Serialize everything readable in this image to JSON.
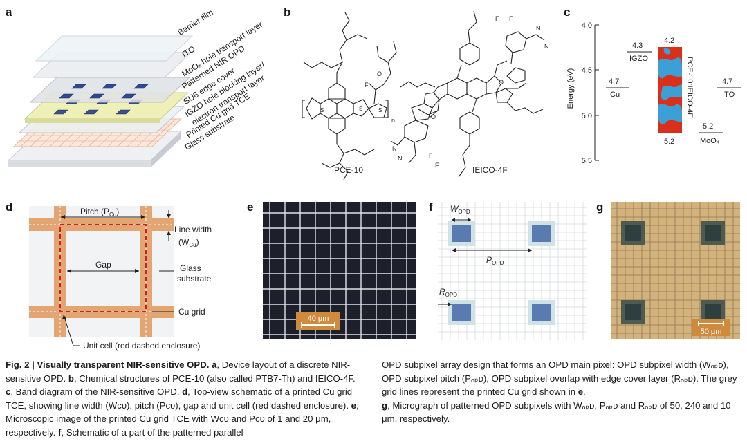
{
  "panels": {
    "a": {
      "letter": "a",
      "layers": [
        "Barrier film",
        "ITO",
        "MoOₓ hole transport layer",
        "Patterned NIR OPD",
        "SU8 edge cover",
        "IGZO hole blocking layer/",
        "electron transport layer",
        "Printed Cu grid TCE",
        "Glass substrate"
      ]
    },
    "b": {
      "letter": "b",
      "molecule1": "PCE-10",
      "molecule2": "IEICO-4F"
    },
    "c": {
      "letter": "c",
      "ylabel": "Energy (eV)",
      "ticks": [
        "4.0",
        "4.5",
        "5.0",
        "5.5"
      ],
      "levels": {
        "cu_val": "4.7",
        "cu_label": "Cu",
        "igzo_val": "4.3",
        "igzo_label": "IGZO",
        "active_top": "4.2",
        "active_bottom": "5.2",
        "active_label": "PCE-10:IEICO-4F",
        "ito_val": "4.7",
        "ito_label": "ITO",
        "moox_val": "5.2",
        "moox_label": "MoOₓ"
      }
    },
    "d": {
      "letter": "d",
      "pitch": "Pitch (P",
      "pitch_sub": "Cu",
      "linewidth": "Line width",
      "linewidth2": "(W",
      "linewidth_sub": "Cu",
      "gap": "Gap",
      "glass": "Glass",
      "substrate": "substrate",
      "cugrid": "Cu grid",
      "unitcell": "Unit cell (red dashed enclosure)"
    },
    "e": {
      "letter": "e",
      "scale": "40 μm"
    },
    "f": {
      "letter": "f",
      "w": "W",
      "w_sub": "OPD",
      "p": "P",
      "p_sub": "OPD",
      "r": "R",
      "r_sub": "OPD"
    },
    "g": {
      "letter": "g",
      "scale": "50 μm"
    }
  },
  "caption": {
    "fig": "Fig. 2 | Visually transparent NIR-sensitive OPD.",
    "col1": [
      {
        "b": "a",
        "t": ", Device layout of a discrete NIR-sensitive OPD. "
      },
      {
        "b": "b",
        "t": ", Chemical structures of PCE-10 (also called PTB7-Th) and IEICO-4F. "
      },
      {
        "b": "c",
        "t": ", Band diagram of the NIR-sensitive OPD. "
      },
      {
        "b": "d",
        "t": ", Top-view schematic of a printed Cu grid TCE, showing line width (Wᴄᴜ), pitch (Pᴄᴜ), gap and unit cell (red dashed enclosure). "
      },
      {
        "b": "e",
        "t": ", Microscopic image of the printed Cu grid TCE with Wᴄᴜ and Pᴄᴜ of 1 and 20 μm, respectively. "
      },
      {
        "b": "f",
        "t": ", Schematic of a part of the patterned parallel"
      }
    ],
    "col2": "OPD subpixel array design that forms an OPD main pixel: OPD subpixel width (Wₒₚᴅ), OPD subpixel pitch (Pₒₚᴅ), OPD subpixel overlap with edge cover layer (Rₒₚᴅ). The grey grid lines represent the printed Cu grid shown in ",
    "col2_e": "e",
    "col2_b": ". ",
    "col2_g": "g",
    "col2_end": ", Micrograph of patterned OPD subpixels with Wₒₚᴅ, Pₒₚᴅ and Rₒₚᴅ of 50, 240 and 10 μm, respectively."
  }
}
